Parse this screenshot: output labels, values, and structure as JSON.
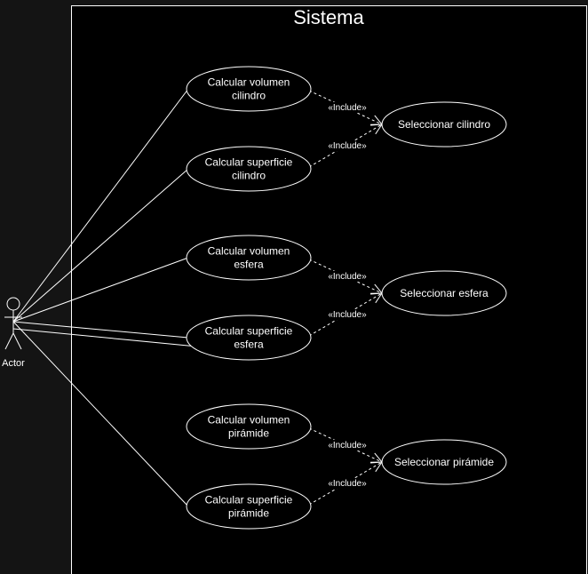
{
  "system": {
    "title": "Sistema"
  },
  "actor": {
    "label": "Actor"
  },
  "use_cases": {
    "vol_cil": [
      "Calcular volumen",
      "cilindro"
    ],
    "sup_cil": [
      "Calcular superficie",
      "cilindro"
    ],
    "vol_esf": [
      "Calcular volumen",
      "esfera"
    ],
    "sup_esf": [
      "Calcular superficie",
      "esfera"
    ],
    "vol_pir": [
      "Calcular volumen",
      "pirámide"
    ],
    "sup_pir": [
      "Calcular superficie",
      "pirámide"
    ],
    "sel_cil": [
      "Seleccionar cilindro"
    ],
    "sel_esf": [
      "Seleccionar esfera"
    ],
    "sel_pir": [
      "Seleccionar pirámide"
    ]
  },
  "include_label": "«Include»",
  "includes": [
    [
      "vol_cil",
      "sel_cil"
    ],
    [
      "sup_cil",
      "sel_cil"
    ],
    [
      "vol_esf",
      "sel_esf"
    ],
    [
      "sup_esf",
      "sel_esf"
    ],
    [
      "vol_pir",
      "sel_pir"
    ],
    [
      "sup_pir",
      "sel_pir"
    ]
  ],
  "associations": [
    "vol_cil",
    "sup_cil",
    "vol_esf",
    "sup_esf",
    "sup_pir"
  ],
  "colors": {
    "background": "#000000",
    "outer": "#141414",
    "stroke": "#ffffff",
    "text": "#ffffff"
  }
}
